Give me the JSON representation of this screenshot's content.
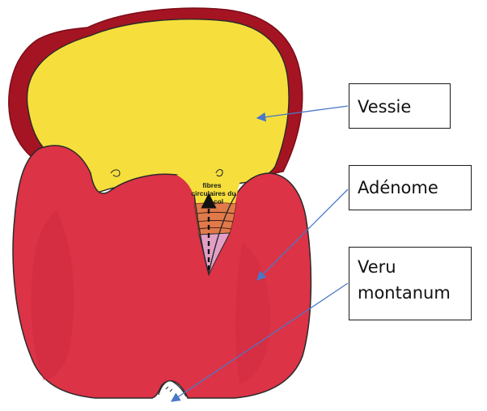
{
  "labels": {
    "bladder": "Vessie",
    "adenoma": "Adénome",
    "veru_line1": "Veru",
    "veru_line2": "montanum"
  },
  "inner_text": {
    "line1": "fibres",
    "line2": "circulaires du",
    "line3": "col"
  },
  "colors": {
    "bladder_fill": "#f6df3c",
    "bladder_wall": "#a51422",
    "adenoma_fill": "#dc3347",
    "arrow": "#4a78c8",
    "neck_fibres": "#e07a4a",
    "urethra": "#e2a0c6"
  }
}
